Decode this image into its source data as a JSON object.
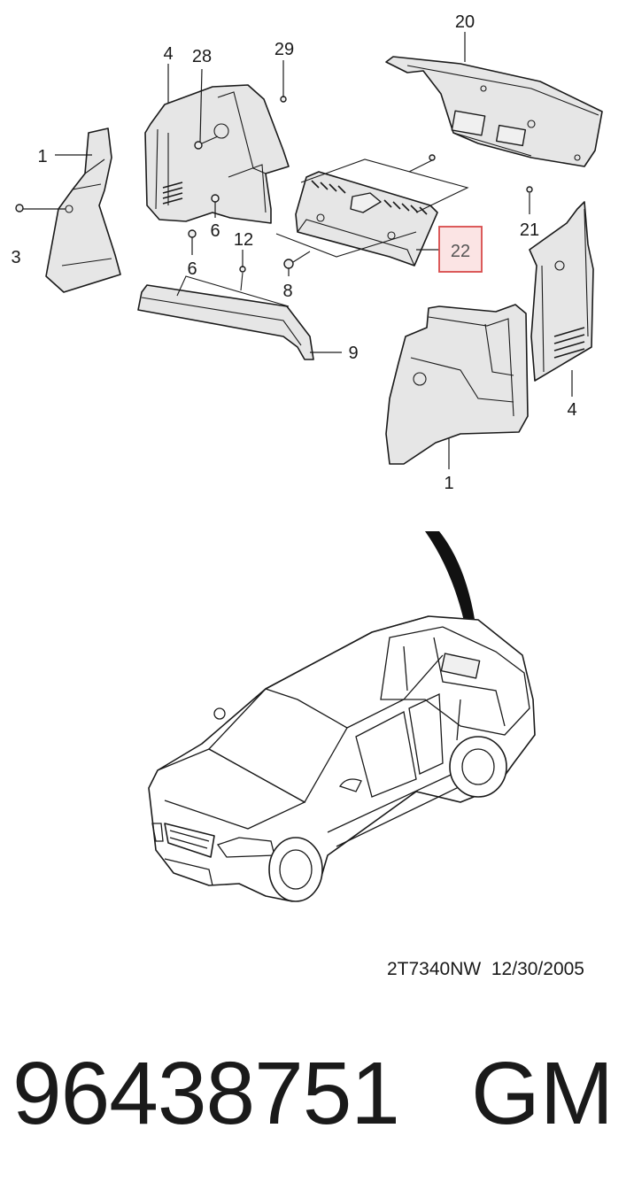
{
  "callouts": [
    {
      "id": "c1a",
      "text": "1"
    },
    {
      "id": "c3",
      "text": "3"
    },
    {
      "id": "c4a",
      "text": "4"
    },
    {
      "id": "c28",
      "text": "28"
    },
    {
      "id": "c29",
      "text": "29"
    },
    {
      "id": "c6a",
      "text": "6"
    },
    {
      "id": "c6b",
      "text": "6"
    },
    {
      "id": "c12",
      "text": "12"
    },
    {
      "id": "c8",
      "text": "8"
    },
    {
      "id": "c9",
      "text": "9"
    },
    {
      "id": "c20",
      "text": "20"
    },
    {
      "id": "c21",
      "text": "21"
    },
    {
      "id": "c22",
      "text": "22"
    },
    {
      "id": "c4b",
      "text": "4"
    },
    {
      "id": "c1b",
      "text": "1"
    }
  ],
  "highlight_color": "#d84a4a",
  "footer": {
    "code": "2T7340NW  12/30/2005",
    "part_number": "96438751",
    "brand": "GM"
  }
}
